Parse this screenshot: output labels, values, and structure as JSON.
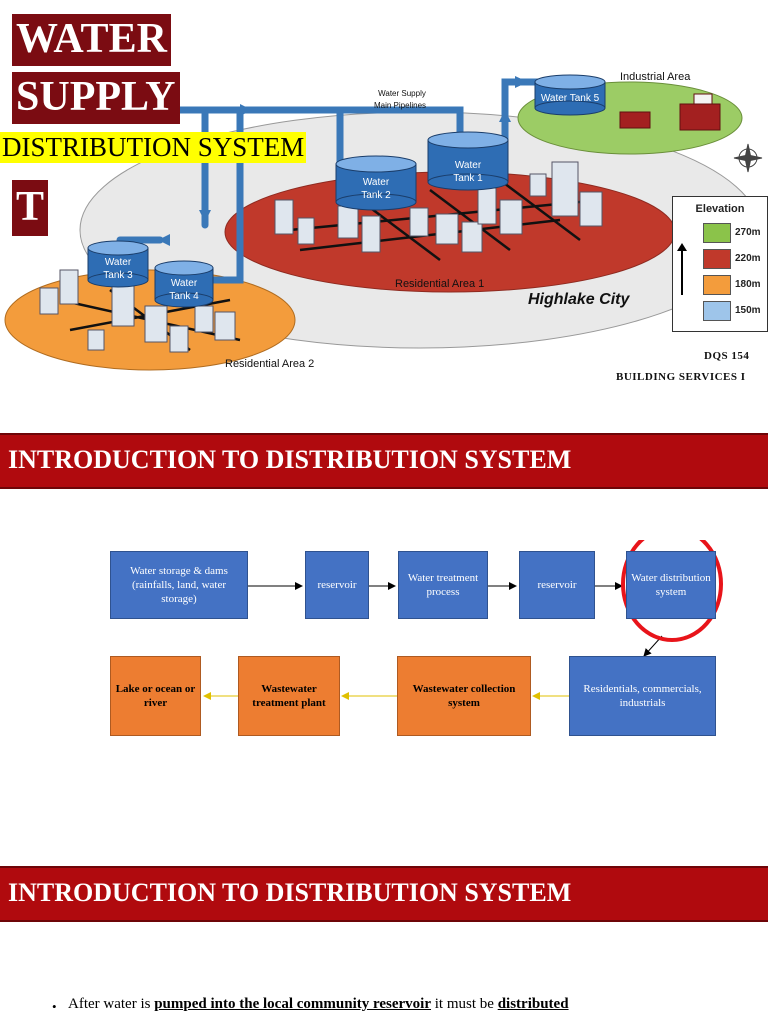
{
  "slide1": {
    "title_lines": [
      "WATER",
      "SUPPLY"
    ],
    "title_overlap_letters": [
      "T"
    ],
    "subtitle": "DISTRIBUTION SYSTEM",
    "labels": {
      "main_pipelines": [
        "Water Supply",
        "Main Pipelines"
      ],
      "industrial_area": "Industrial Area",
      "residential_area_1": "Residential Area 1",
      "residential_area_2": "Residential Area 2",
      "city": "Highlake City"
    },
    "tanks": [
      {
        "line1": "Water",
        "line2": "Tank 1"
      },
      {
        "line1": "Water",
        "line2": "Tank 2"
      },
      {
        "line1": "Water",
        "line2": "Tank 3"
      },
      {
        "line1": "Water",
        "line2": "Tank 4"
      },
      {
        "line1": "Water Tank 5",
        "line2": ""
      }
    ],
    "legend": {
      "title": "Elevation",
      "items": [
        {
          "label": "270m",
          "color": "#8bc34a"
        },
        {
          "label": "220m",
          "color": "#c0392b"
        },
        {
          "label": "180m",
          "color": "#f39c3c"
        },
        {
          "label": "150m",
          "color": "#9ec5ea"
        }
      ]
    },
    "course_code": "DQS 154",
    "course_name": "BUILDING SERVICES I"
  },
  "slide2": {
    "header": "INTRODUCTION TO DISTRIBUTION SYSTEM",
    "flow_top": [
      "Water storage & dams (rainfalls, land, water storage)",
      "reservoir",
      "Water treatment process",
      "reservoir",
      "Water distribution system"
    ],
    "flow_bottom": [
      "Lake or ocean or river",
      "Wastewater treatment plant",
      "Wastewater collection system",
      "Residentials,  commercials, industrials"
    ]
  },
  "slide3": {
    "header": "INTRODUCTION TO DISTRIBUTION SYSTEM",
    "bullet": {
      "prefix": "After water is ",
      "emphasis1": "pumped into the local community reservoir",
      "middle": " it must be ",
      "emphasis2": "distributed"
    }
  }
}
